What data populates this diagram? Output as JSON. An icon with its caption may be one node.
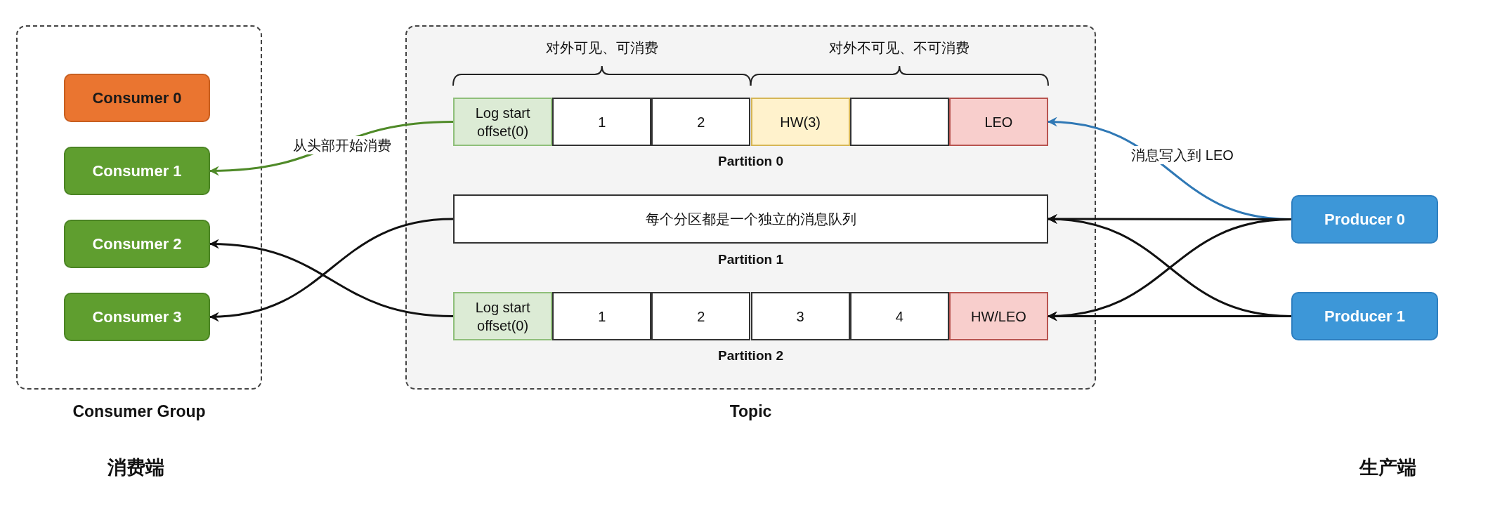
{
  "diagram": {
    "nodes": [
      {
        "text": [
          "Consumer Group"
        ]
      },
      {
        "text": [
          "Consumer 0"
        ],
        "in": 0
      },
      {
        "text": [
          "Consumer 1"
        ],
        "in": 0
      },
      {
        "text": [
          "Consumer 2"
        ],
        "in": 0
      },
      {
        "text": [
          "Consumer 3"
        ],
        "in": 0
      },
      {
        "text": [
          "Topic"
        ]
      },
      {
        "text": [
          "Partition 0"
        ],
        "in": 5
      },
      {
        "text": [
          "Log start offset(0)"
        ],
        "in": 6
      },
      {
        "text": [
          "1"
        ],
        "in": 6
      },
      {
        "text": [
          "2"
        ],
        "in": 6
      },
      {
        "text": [
          "HW(3)"
        ],
        "in": 6
      },
      {
        "text": [],
        "shape": "box",
        "in": 6
      },
      {
        "text": [
          "LEO"
        ],
        "in": 6
      },
      {
        "text": [
          "每个分区都是一个独立的消息队列",
          "Partition 1"
        ],
        "in": 5
      },
      {
        "text": [
          "Partition 2"
        ],
        "in": 5
      },
      {
        "text": [
          "Log start offset(0)"
        ],
        "in": 14
      },
      {
        "text": [
          "1"
        ],
        "in": 14
      },
      {
        "text": [
          "2"
        ],
        "in": 14
      },
      {
        "text": [
          "3"
        ],
        "in": 14
      },
      {
        "text": [
          "4"
        ],
        "in": 14
      },
      {
        "text": [
          "HW/LEO"
        ],
        "in": 14
      },
      {
        "text": [
          "Producer 0"
        ]
      },
      {
        "text": [
          "Producer 1"
        ]
      }
    ],
    "edges": [
      {
        "from": 7,
        "to": 2,
        "arrow": "to",
        "label": "从头部开始消费",
        "color": "#4f8a28"
      },
      {
        "from": 13,
        "to": 4,
        "arrow": "to"
      },
      {
        "from": 15,
        "to": 3,
        "arrow": "to"
      },
      {
        "from": 21,
        "to": 12,
        "arrow": "to",
        "label": "消息写入到 LEO",
        "color": "#2f78b5"
      },
      {
        "from": 21,
        "to": 13,
        "arrow": "to"
      },
      {
        "from": 21,
        "to": 20,
        "arrow": "to"
      },
      {
        "from": 22,
        "to": 13,
        "arrow": "to"
      },
      {
        "from": 22,
        "to": 20,
        "arrow": "to"
      }
    ],
    "labels": [
      "对外可见、可消费",
      "对外不可见、不可消费",
      "消费端",
      "生产端"
    ]
  }
}
